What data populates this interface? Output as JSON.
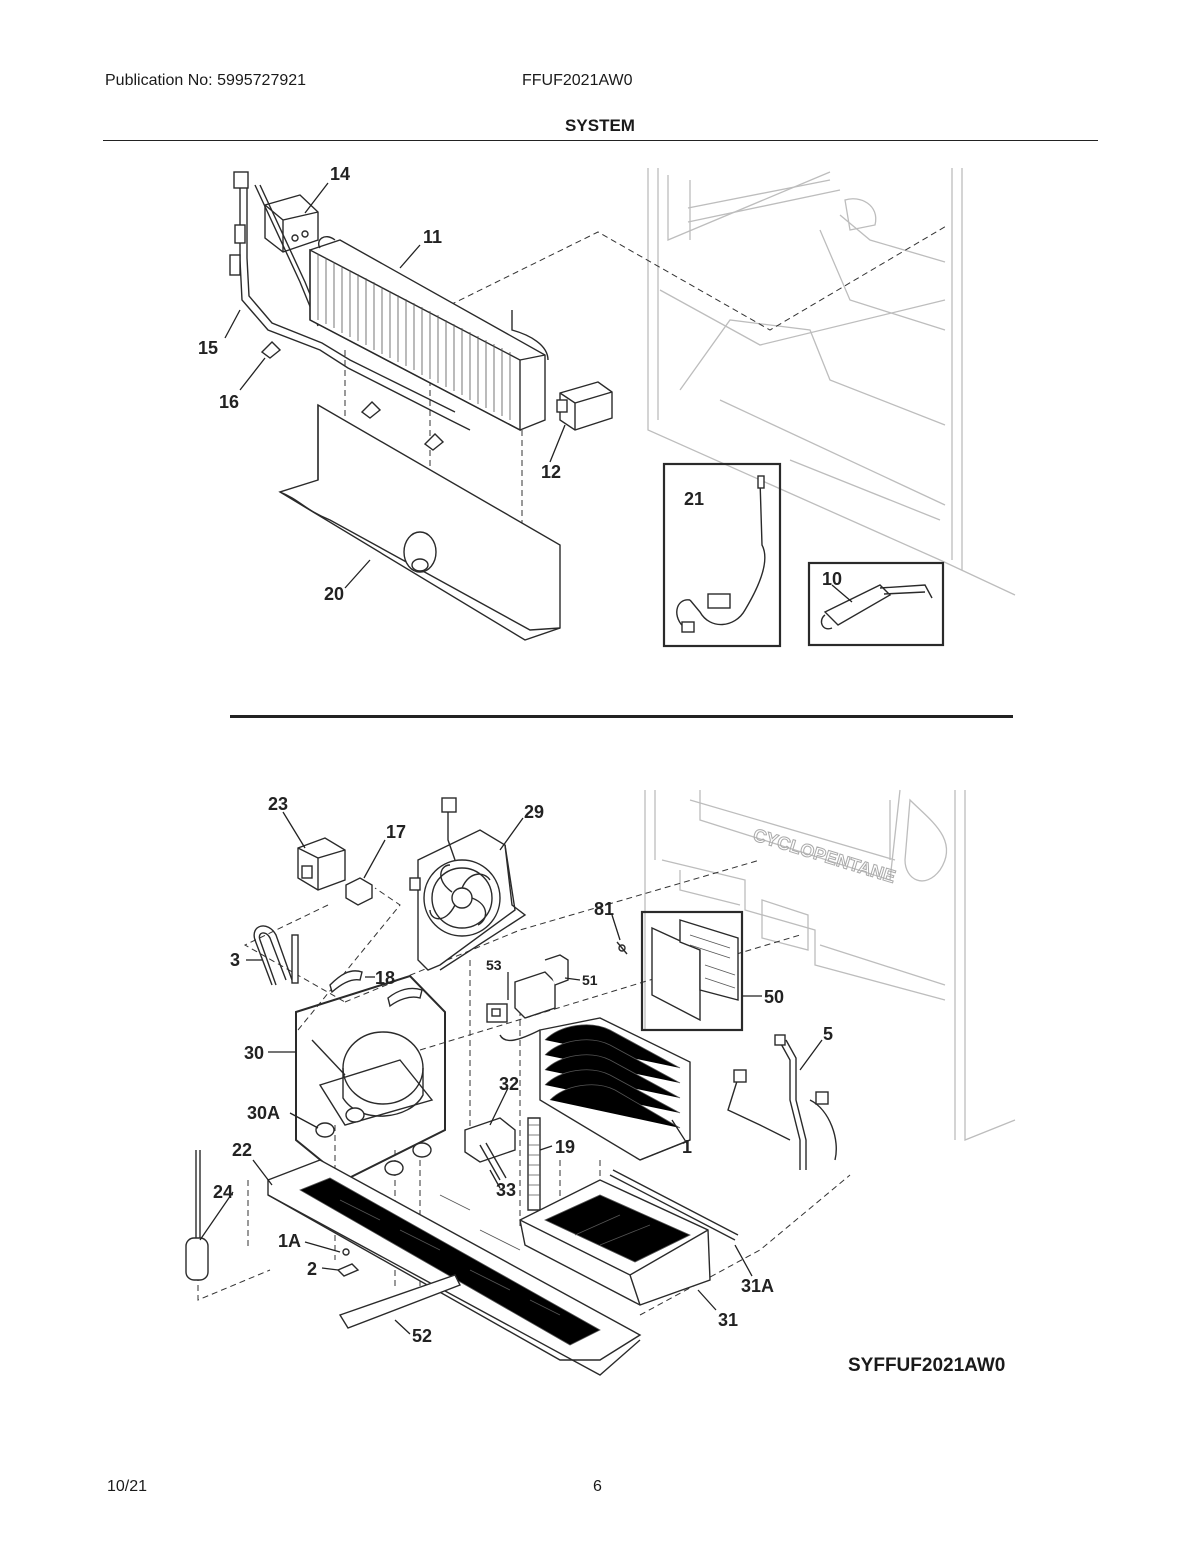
{
  "header": {
    "publication": "Publication No: 5995727921",
    "model": "FFUF2021AW0",
    "section": "SYSTEM"
  },
  "footer": {
    "date": "10/21",
    "page": "6"
  },
  "diagram_code": "SYFFUF2021AW0",
  "cabinet_stamp": "CYCLOPENTANE",
  "callouts": {
    "c14": "14",
    "c11": "11",
    "c15": "15",
    "c16": "16",
    "c12": "12",
    "c20": "20",
    "c21": "21",
    "c10": "10",
    "c23": "23",
    "c17": "17",
    "c29": "29",
    "c81": "81",
    "c3": "3",
    "c18": "18",
    "c53": "53",
    "c51": "51",
    "c50": "50",
    "c5": "5",
    "c30": "30",
    "c30A": "30A",
    "c32": "32",
    "c19": "19",
    "c1": "1",
    "c22": "22",
    "c33": "33",
    "c24": "24",
    "c1A": "1A",
    "c2": "2",
    "c31A": "31A",
    "c31": "31",
    "c52": "52"
  }
}
